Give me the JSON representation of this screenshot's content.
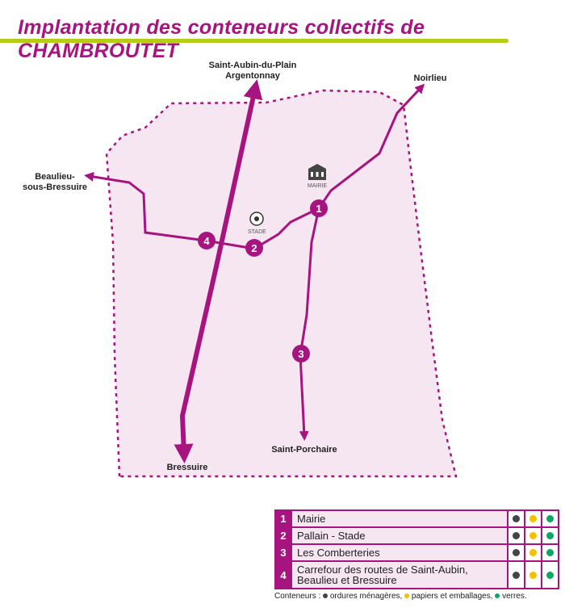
{
  "title": "Implantation des conteneurs collectifs de CHAMBROUTET",
  "colors": {
    "accent": "#a8147f",
    "area": "#f5e6f1",
    "underline": "#b5cc18",
    "ordures": "#444444",
    "papiers": "#f5c000",
    "verres": "#0aa860"
  },
  "places": {
    "north": "Saint-Aubin-du-Plain",
    "north2": "Argentonnay",
    "northeast": "Noirlieu",
    "west1": "Beaulieu-",
    "west2": "sous-Bressuire",
    "south": "Bressuire",
    "southeast": "Saint-Porchaire",
    "mairie": "MAIRIE",
    "stade": "STADE"
  },
  "markers": [
    "1",
    "2",
    "3",
    "4"
  ],
  "legend": [
    {
      "num": "1",
      "name": "Mairie"
    },
    {
      "num": "2",
      "name": "Pallain - Stade"
    },
    {
      "num": "3",
      "name": "Les Comberteries"
    },
    {
      "num": "4",
      "name": "Carrefour des routes de Saint-Aubin, Beaulieu et Bressuire"
    }
  ],
  "note": {
    "prefix": "Conteneurs :",
    "ordures": "ordures ménagères,",
    "papiers": "papiers et emballages,",
    "verres": "verres."
  }
}
